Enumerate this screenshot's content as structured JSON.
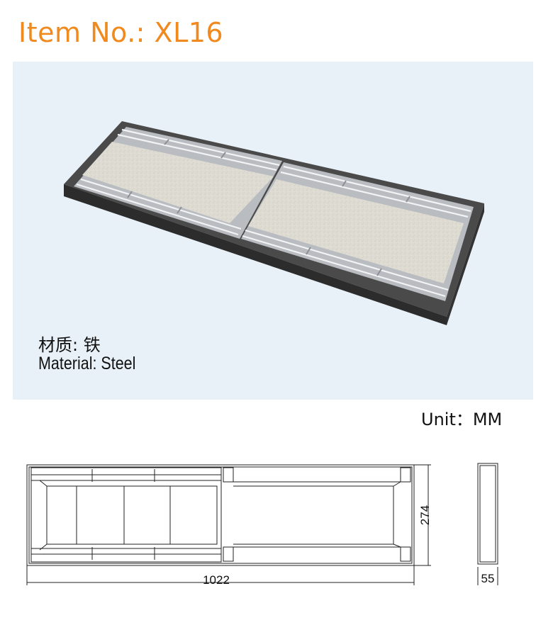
{
  "header": {
    "title": "Item No.: XL16"
  },
  "photo": {
    "material_cn": "材质: 铁",
    "material_en": "Material: Steel"
  },
  "drawing": {
    "unit": "Unit：MM",
    "length": "1022",
    "width": "274",
    "height": "55"
  },
  "colors": {
    "title": "#f08a1f",
    "photo_background": "#e9f1f8"
  }
}
